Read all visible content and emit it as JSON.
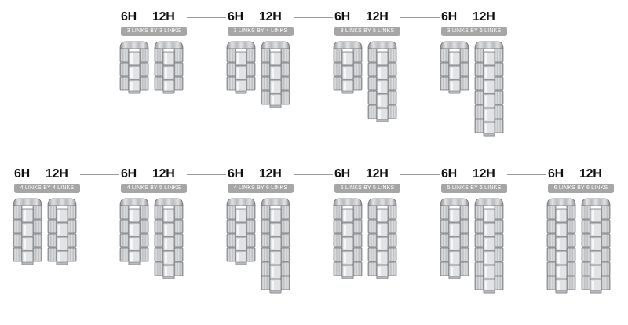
{
  "labels": {
    "short": "6H",
    "long": "12H"
  },
  "colors": {
    "badge": "#a6a6a6",
    "link_light": "#e2e3e5",
    "link_mid": "#b8babd",
    "link_dark": "#8c8f93",
    "outline": "#6f7276",
    "connector": "#9a9a9a"
  },
  "rows": [
    {
      "groups": [
        {
          "badge": "3 links by 3 links",
          "six_links": 3,
          "twelve_links": 3
        },
        {
          "badge": "3 links by 4 links",
          "six_links": 3,
          "twelve_links": 4
        },
        {
          "badge": "3 links by 5 links",
          "six_links": 3,
          "twelve_links": 5
        },
        {
          "badge": "3 links by 6 links",
          "six_links": 3,
          "twelve_links": 6
        }
      ]
    },
    {
      "groups": [
        {
          "badge": "4 links by 4 links",
          "six_links": 4,
          "twelve_links": 4
        },
        {
          "badge": "4 links by 5 links",
          "six_links": 4,
          "twelve_links": 5
        },
        {
          "badge": "4 links by 6 links",
          "six_links": 4,
          "twelve_links": 6
        },
        {
          "badge": "5 links by 5 links",
          "six_links": 5,
          "twelve_links": 5
        },
        {
          "badge": "5 links by 6 links",
          "six_links": 5,
          "twelve_links": 6
        },
        {
          "badge": "6 links by 6 links",
          "six_links": 6,
          "twelve_links": 6
        }
      ]
    }
  ]
}
